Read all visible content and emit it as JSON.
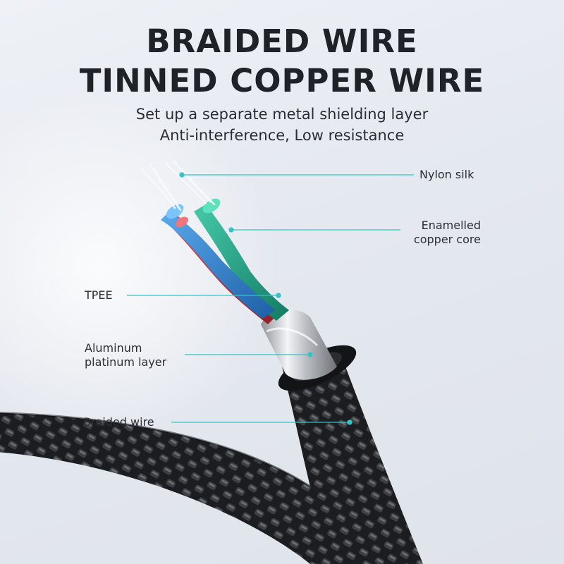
{
  "heading": {
    "line1": "BRAIDED WIRE",
    "line2": "TINNED COPPER WIRE"
  },
  "subheading": {
    "line1": "Set up a separate metal shielding layer",
    "line2": "Anti-interference, Low resistance"
  },
  "callouts": {
    "nylon_silk": "Nylon silk",
    "enamelled_line1": "Enamelled",
    "enamelled_line2": "copper core",
    "tpee": "TPEE",
    "aluminum_line1": "Aluminum",
    "aluminum_line2": "platinum layer",
    "braided_wire": "Braided wire"
  },
  "colors": {
    "leader_line": "#35c3c9",
    "core_blue": "#2f86d6",
    "core_green": "#1fa88d",
    "core_red": "#c9343c",
    "braid_dark": "#1c1d20",
    "braid_light": "#6a6c70"
  }
}
